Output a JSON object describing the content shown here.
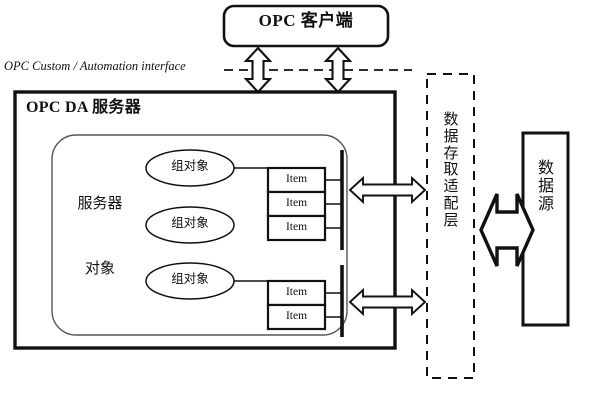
{
  "diagram": {
    "title_text": "OPC DA 服务器",
    "client_box": {
      "label": "OPC 客户端",
      "shape": "rounded-rect"
    },
    "interface_caption": "OPC Custom / Automation interface",
    "server_object": {
      "label_line1": "服务器",
      "label_line2": "对象",
      "shape": "rounded-rect"
    },
    "groups": [
      {
        "label": "组对象",
        "items": [
          "Item",
          "Item",
          "Item"
        ]
      },
      {
        "label": "组对象",
        "items": []
      },
      {
        "label": "组对象",
        "items": [
          "Item",
          "Item"
        ]
      }
    ],
    "adapter_layer": {
      "chars": [
        "数",
        "据",
        "存",
        "取",
        "适",
        "配",
        "层"
      ],
      "text": "数据存取适配层",
      "border": "dashed"
    },
    "data_source": {
      "chars": [
        "数",
        "据",
        "源"
      ],
      "text": "数据源",
      "border": "solid"
    },
    "connectors": [
      {
        "name": "client-to-server-arrow-left",
        "direction": "vertical-double"
      },
      {
        "name": "client-to-server-arrow-right",
        "direction": "vertical-double"
      },
      {
        "name": "group1-to-adapter-arrow",
        "direction": "horizontal-double"
      },
      {
        "name": "group3-to-adapter-arrow",
        "direction": "horizontal-double"
      },
      {
        "name": "adapter-to-datasource-arrow",
        "direction": "horizontal-double"
      }
    ],
    "colors": {
      "stroke": "#111111",
      "background": "#ffffff",
      "text": "#111111"
    }
  }
}
